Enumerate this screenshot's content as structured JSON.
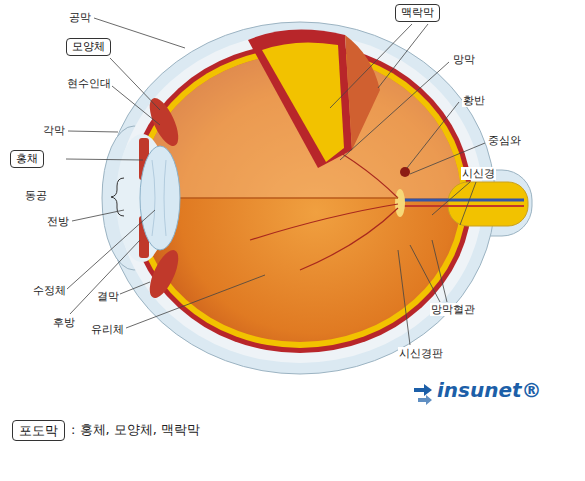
{
  "diagram": {
    "nodes": [
      {
        "text": [
          "맥락막"
        ]
      },
      {
        "text": [
          "모양체"
        ]
      },
      {
        "text": [
          "홍채"
        ]
      },
      {
        "text": [
          "포도막"
        ]
      }
    ],
    "labels": [
      "공막",
      "망막",
      "현수인대",
      "황반",
      "각막",
      "중심와",
      "시신경",
      "동공",
      "전방",
      "수정체",
      "후방",
      "결막",
      "유리체",
      "망막혈관",
      "시신경판",
      "insunet®",
      ": 홍체, 모양체, 맥락막"
    ]
  }
}
